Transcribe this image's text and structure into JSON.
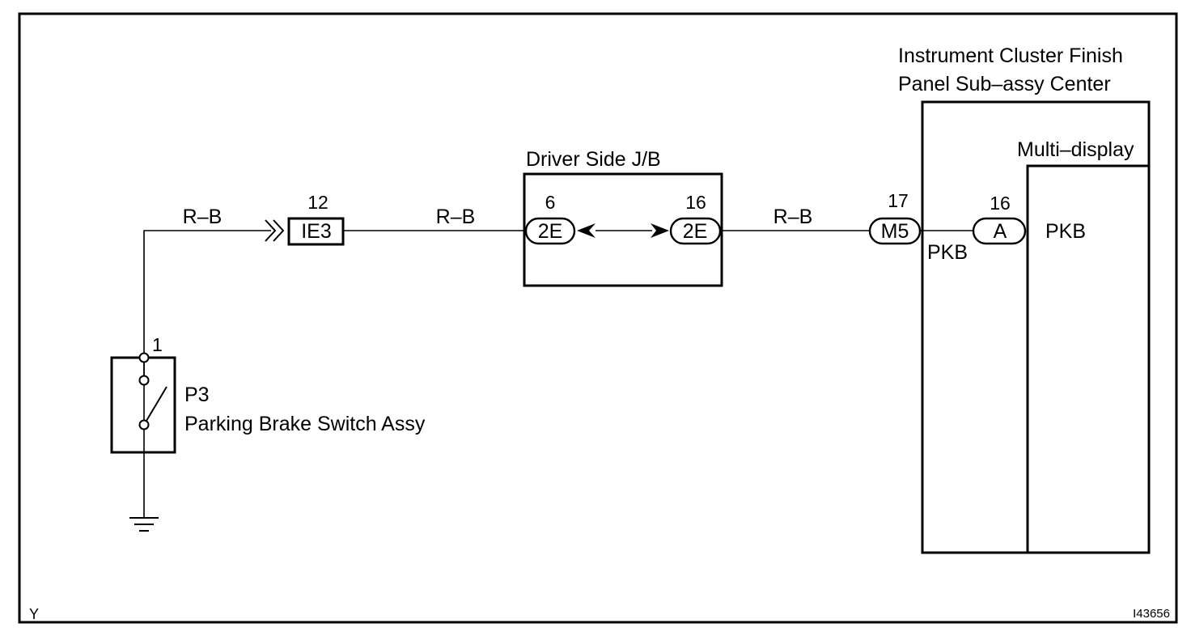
{
  "components": {
    "instrument_cluster": {
      "title_line1": "Instrument  Cluster  Finish",
      "title_line2": "Panel Sub–assy Center"
    },
    "multi_display": {
      "title": "Multi–display",
      "terminal": "PKB"
    },
    "driver_jb": {
      "title": "Driver Side J/B"
    },
    "parking_switch": {
      "code": "P3",
      "name": "Parking Brake Switch Assy",
      "pin": "1"
    }
  },
  "wires": {
    "seg1": "R–B",
    "seg2": "R–B",
    "seg3": "R–B"
  },
  "connectors": {
    "ie3": {
      "label": "IE3",
      "pin": "12"
    },
    "jb_in": {
      "label": "2E",
      "pin": "6"
    },
    "jb_out": {
      "label": "2E",
      "pin": "16"
    },
    "m5": {
      "label": "M5",
      "pin": "17"
    },
    "a": {
      "label": "A",
      "pin": "16"
    }
  },
  "cluster_terminal": "PKB",
  "footer": {
    "left": "Y",
    "right": "I43656"
  }
}
